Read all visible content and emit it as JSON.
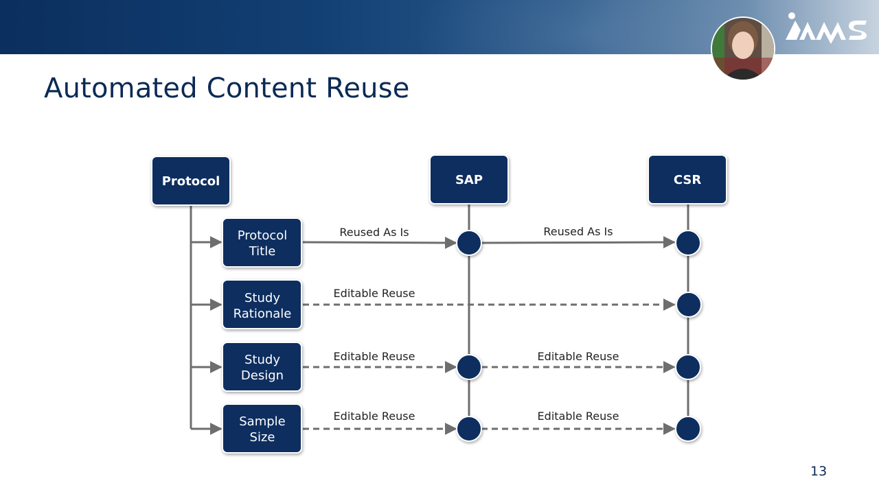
{
  "title": "Automated Content Reuse",
  "page_number": "13",
  "logo_text": "AMWS",
  "colors": {
    "navy": "#0b2f5e",
    "connector": "#6e6e6e",
    "label": "#222222"
  },
  "diagram": {
    "headers": {
      "protocol": "Protocol",
      "sap": "SAP",
      "csr": "CSR"
    },
    "items": [
      {
        "line1": "Protocol",
        "line2": "Title"
      },
      {
        "line1": "Study",
        "line2": "Rationale"
      },
      {
        "line1": "Study",
        "line2": "Design"
      },
      {
        "line1": "Sample",
        "line2": "Size"
      }
    ],
    "edge_labels": {
      "title_to_sap": "Reused As Is",
      "sap_to_csr_title": "Reused As Is",
      "rationale_to_csr": "Editable Reuse",
      "design_to_sap": "Editable Reuse",
      "sap_to_csr_design": "Editable Reuse",
      "size_to_sap": "Editable Reuse",
      "sap_to_csr_size": "Editable Reuse"
    }
  }
}
